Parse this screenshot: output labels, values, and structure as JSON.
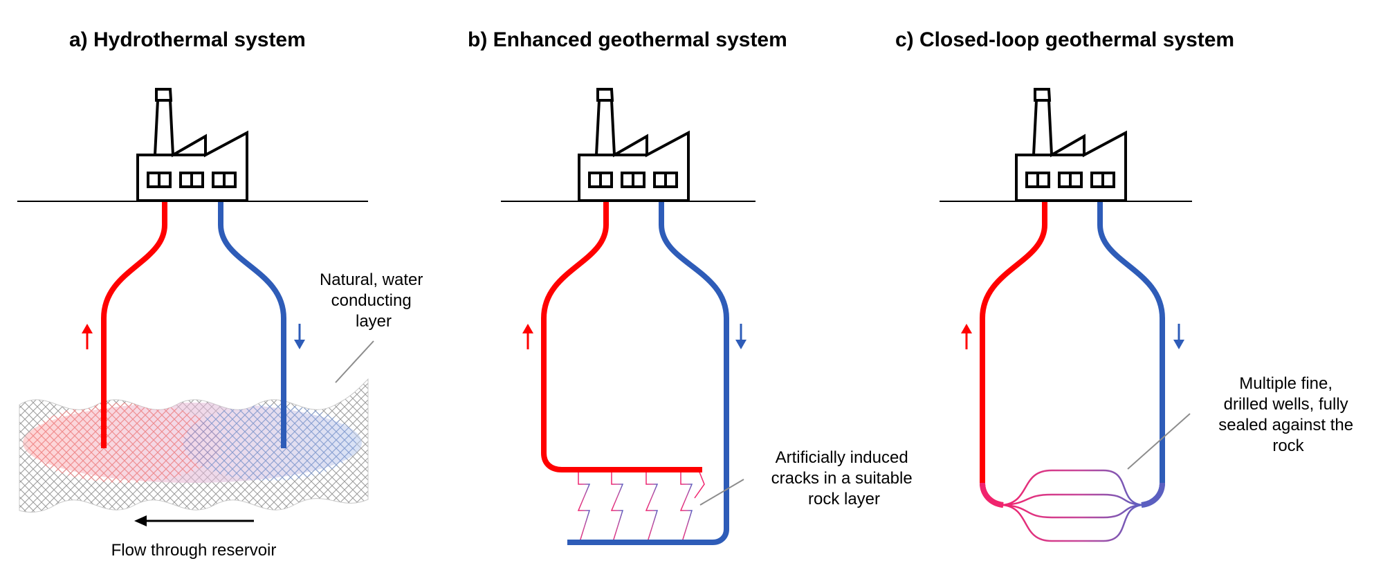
{
  "panels": {
    "a": {
      "title": "a) Hydrothermal system",
      "annotation": [
        "Natural, water",
        "conducting",
        "layer"
      ],
      "flow_label": "Flow through reservoir"
    },
    "b": {
      "title": "b) Enhanced geothermal system",
      "annotation": [
        "Artificially induced",
        "cracks in a suitable",
        "rock layer"
      ]
    },
    "c": {
      "title": "c) Closed-loop geothermal system",
      "annotation": [
        "Multiple fine,",
        "drilled wells, fully",
        "sealed against the",
        "rock"
      ]
    }
  },
  "colors": {
    "hot": "#ff0000",
    "cold": "#2e5cb8",
    "reservoir_hot": "#ff9a9a",
    "reservoir_cold": "#a8bfe8",
    "hatch": "#9a9a9a",
    "pointer": "#8c8c8c"
  },
  "icons": {
    "factory": "factory-icon",
    "hot_arrow": "arrow-up-icon",
    "cold_arrow": "arrow-down-icon",
    "flow_arrow": "arrow-left-icon"
  }
}
